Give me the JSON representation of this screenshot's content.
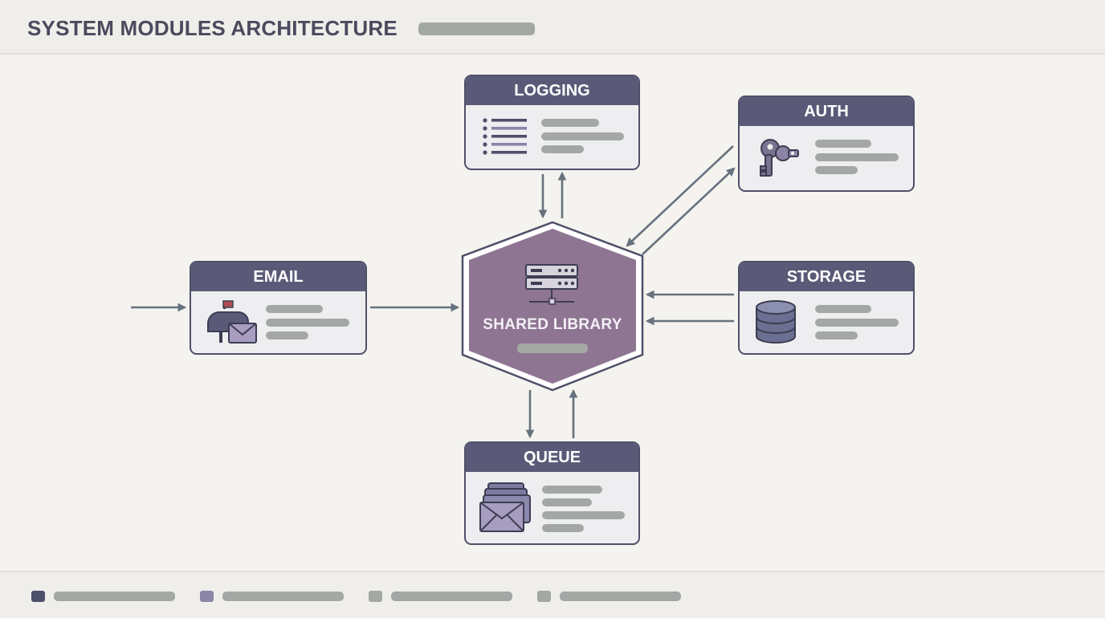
{
  "header": {
    "title": "SYSTEM MODULES ARCHITECTURE"
  },
  "hub": {
    "label": "SHARED LIBRARY",
    "icon": "server-icon"
  },
  "modules": [
    {
      "id": "logging",
      "label": "LOGGING",
      "icon": "log-list-icon"
    },
    {
      "id": "auth",
      "label": "AUTH",
      "icon": "keys-icon"
    },
    {
      "id": "email",
      "label": "EMAIL",
      "icon": "mailbox-icon"
    },
    {
      "id": "storage",
      "label": "STORAGE",
      "icon": "database-icon"
    },
    {
      "id": "queue",
      "label": "QUEUE",
      "icon": "message-stack-icon"
    }
  ],
  "legend": {
    "swatch_colors": [
      "#4e4f6a",
      "#8a86a8",
      "#a3a8a5",
      "#a3a8a5"
    ]
  },
  "colors": {
    "module_header": "#5a5a78",
    "hub_fill": "#8e7592",
    "arrow": "#66727d",
    "placeholder": "#a3a8a5",
    "background": "#f4f3ef"
  }
}
